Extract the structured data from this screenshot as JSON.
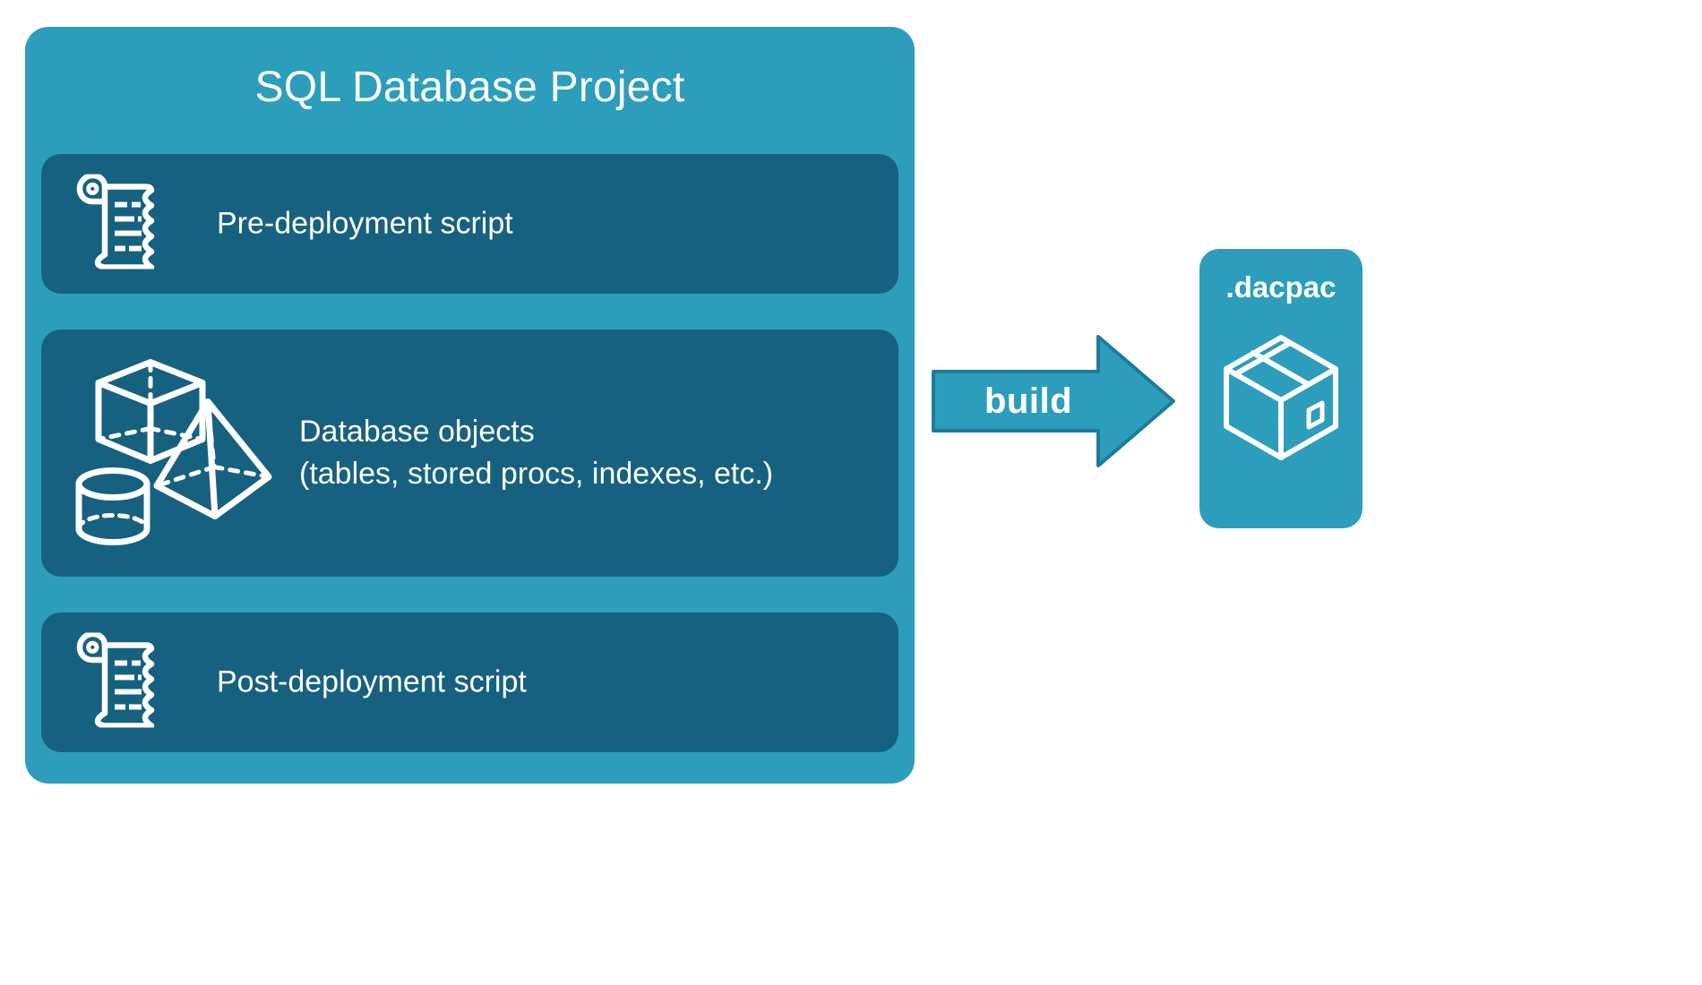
{
  "diagram": {
    "title": "SQL Database Project",
    "background_color": "#FFFFFF",
    "panel_color": "#2C9EBC",
    "card_color": "#16617F",
    "text_color": "#FFFFFF",
    "arrow_border_color": "#1B7C99"
  },
  "project": {
    "title": "SQL Database Project",
    "cards": [
      {
        "id": "pre-deployment",
        "label": "Pre-deployment script",
        "icon": "scroll-icon"
      },
      {
        "id": "database-objects",
        "label": "Database objects\n(tables, stored procs, indexes, etc.)",
        "icon": "shapes-icon"
      },
      {
        "id": "post-deployment",
        "label": "Post-deployment script",
        "icon": "scroll-icon"
      }
    ]
  },
  "flow": {
    "arrow_label": "build",
    "arrow_icon": "arrow-right-icon"
  },
  "output": {
    "title": ".dacpac",
    "icon": "package-box-icon"
  }
}
